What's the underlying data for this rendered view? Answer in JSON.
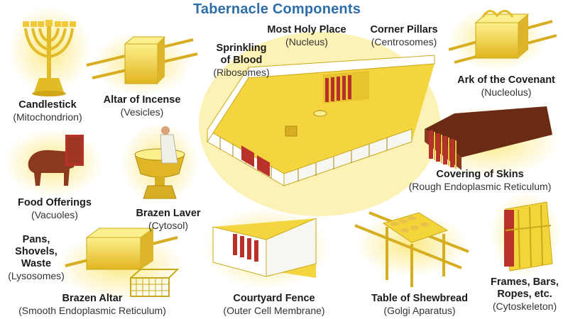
{
  "title": "Tabernacle Components",
  "labels": {
    "candlestick": {
      "name": "Candlestick",
      "sub": "(Mitochondrion)"
    },
    "altar_incense": {
      "name": "Altar of Incense",
      "sub": "(Vesicles)"
    },
    "most_holy": {
      "name": "Most Holy Place",
      "sub": "(Nucleus)"
    },
    "corner_pillars": {
      "name": "Corner Pillars",
      "sub": "(Centrosomes)"
    },
    "sprinkling": {
      "name_line1": "Sprinkling",
      "name_line2": "of Blood",
      "sub": "(Ribosomes)"
    },
    "ark": {
      "name": "Ark of the Covenant",
      "sub": "(Nucleolus)"
    },
    "covering": {
      "name": "Covering of Skins",
      "sub": "(Rough Endoplasmic Reticulum)"
    },
    "food": {
      "name": "Food Offerings",
      "sub": "(Vacuoles)"
    },
    "laver": {
      "name": "Brazen Laver",
      "sub": "(Cytosol)"
    },
    "pans": {
      "name_line1": "Pans,",
      "name_line2": "Shovels,",
      "name_line3": "Waste",
      "sub": "(Lysosomes)"
    },
    "brazen_altar": {
      "name": "Brazen Altar",
      "sub": "(Smooth Endoplasmic Reticulum)"
    },
    "courtyard": {
      "name": "Courtyard Fence",
      "sub": "(Outer Cell Membrane)"
    },
    "shewbread": {
      "name": "Table of Shewbread",
      "sub": "(Golgi Aparatus)"
    },
    "frames": {
      "name_line1": "Frames, Bars,",
      "name_line2": "Ropes, etc.",
      "sub": "(Cytoskeleton)"
    }
  },
  "colors": {
    "title": "#2e6ea8",
    "gold": "#f3d53a",
    "gold_dark": "#c9a81a",
    "gold_light": "#fbef8e",
    "curtain_red": "#b8322a",
    "wood_dark": "#7a3b1c"
  }
}
